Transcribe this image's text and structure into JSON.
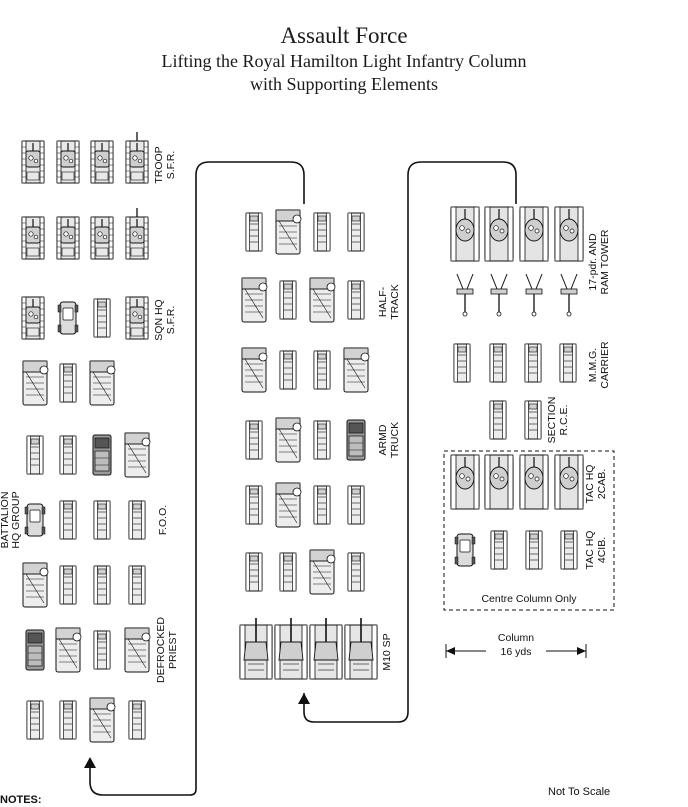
{
  "title": {
    "line1": "Assault Force",
    "line2": "Lifting the Royal Hamilton Light Infantry Column",
    "line3": "with Supporting Elements"
  },
  "column1_labels": {
    "troop": [
      "TROOP",
      "S.F.R."
    ],
    "sqn_hq": [
      "SQN HQ",
      "S.F.R."
    ],
    "battalion": [
      "BATTALION",
      "HQ GROUP"
    ],
    "foo": [
      "F.O.O."
    ],
    "priest": [
      "DEFROCKED",
      "PRIEST"
    ]
  },
  "column2_labels": {
    "halftrack": [
      "HALF-",
      "TRACK"
    ],
    "armd_truck": [
      "ARMD",
      "TRUCK"
    ],
    "m10": [
      "M10 SP"
    ]
  },
  "column3_labels": {
    "seventeen": [
      "17-pdr. AND",
      "RAM TOWER"
    ],
    "mmg": [
      "M.M.G.",
      "CARRIER"
    ],
    "section": [
      "SECTION",
      "R.C.E."
    ],
    "tac2": [
      "TAC HQ",
      "2CAB."
    ],
    "tac4": [
      "TAC HQ",
      "4CIB."
    ]
  },
  "centre_note": "Centre Column Only",
  "scale": {
    "line1": "Column",
    "line2": "16 yds"
  },
  "footer": {
    "notes": "NOTES:",
    "not_to_scale": "Not To Scale"
  },
  "colors": {
    "ink": "#111111",
    "fill_light": "#e6e6e6",
    "fill_dark": "#9a9a9a"
  }
}
